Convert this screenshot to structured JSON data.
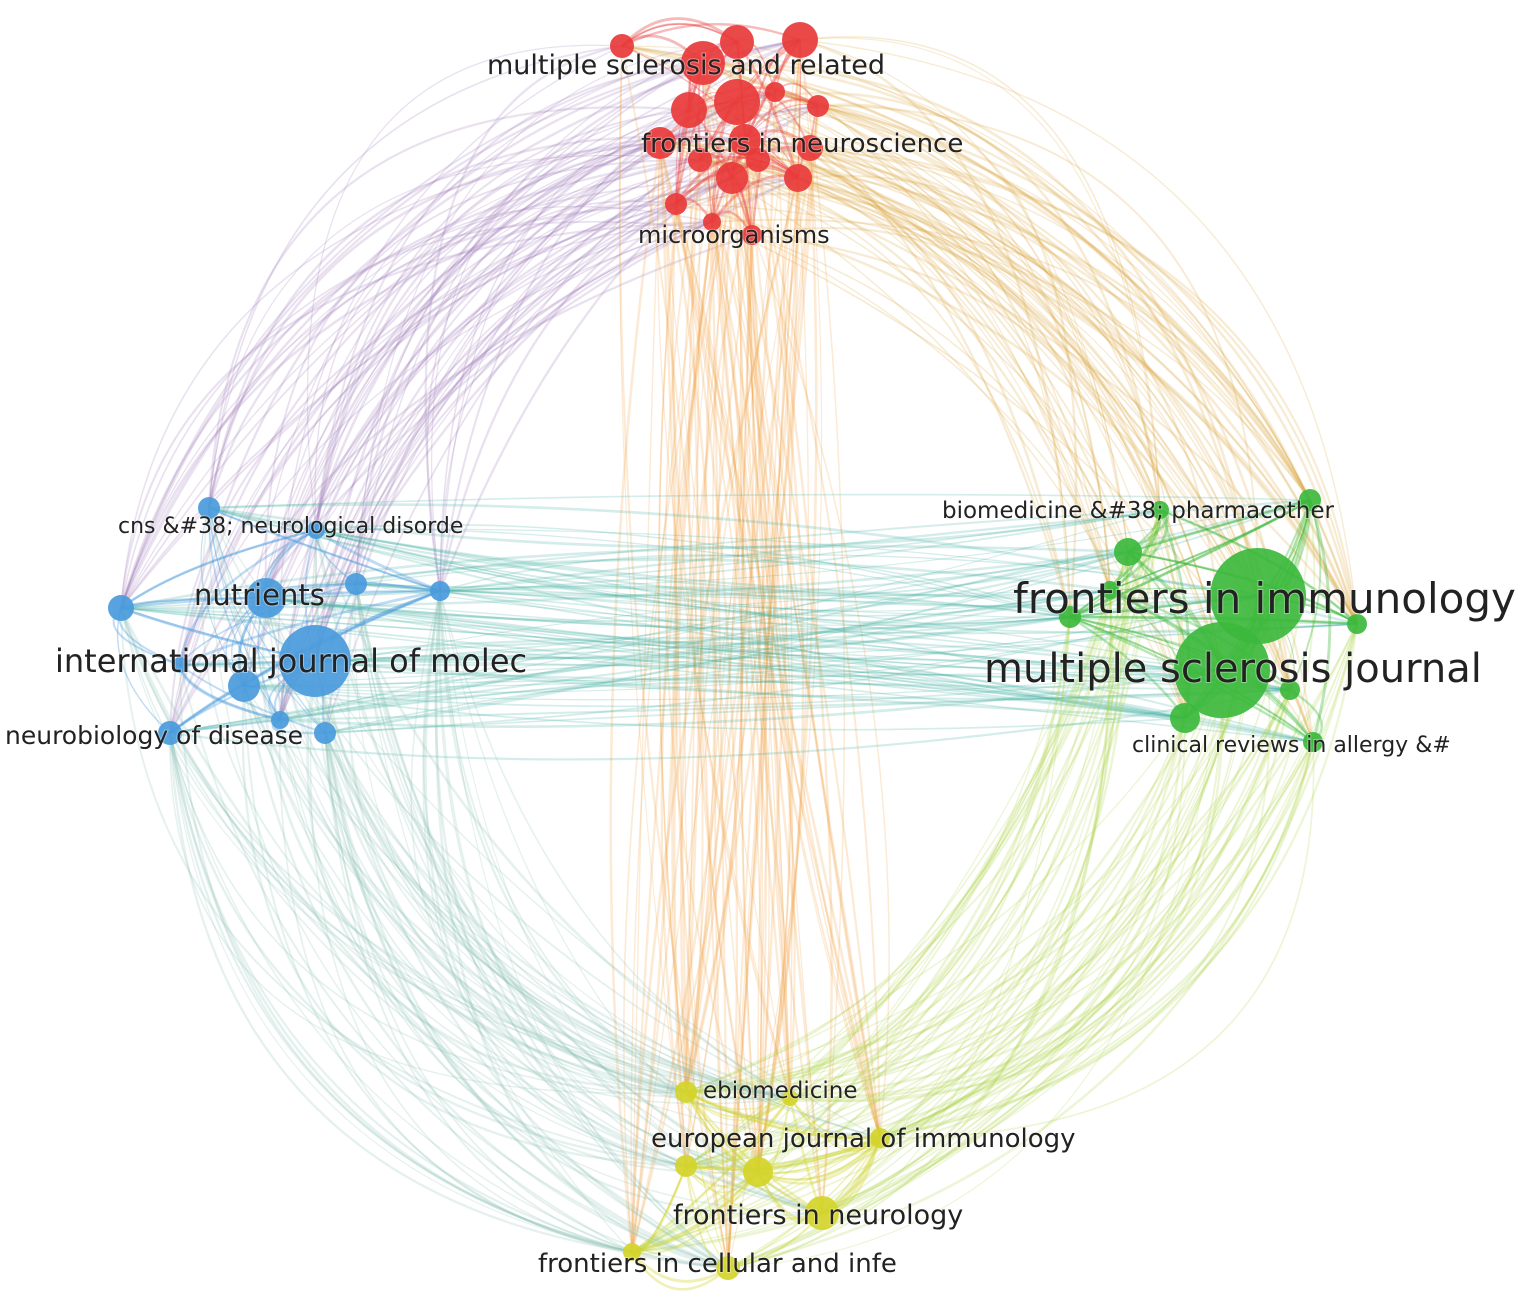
{
  "network": {
    "clusters": [
      {
        "id": "red",
        "color": "#e8393a"
      },
      {
        "id": "green",
        "color": "#3cb83c"
      },
      {
        "id": "blue",
        "color": "#4a9bdc"
      },
      {
        "id": "yellow",
        "color": "#d4d42a"
      }
    ],
    "labels": [
      {
        "id": "ms-related",
        "text": "multiple sclerosis and related",
        "cluster": "red",
        "weight": 3
      },
      {
        "id": "fr-neuro",
        "text": "frontiers in neuroscience",
        "cluster": "red",
        "weight": 3
      },
      {
        "id": "microorg",
        "text": "microorganisms",
        "cluster": "red",
        "weight": 2
      },
      {
        "id": "biomed-pharm",
        "text": "biomedicine &#38; pharmacother",
        "cluster": "green",
        "weight": 2
      },
      {
        "id": "fr-immuno",
        "text": "frontiers in immunology",
        "cluster": "green",
        "weight": 5
      },
      {
        "id": "ms-journal",
        "text": "multiple sclerosis journal",
        "cluster": "green",
        "weight": 5
      },
      {
        "id": "clin-rev",
        "text": "clinical reviews in allergy &#",
        "cluster": "green",
        "weight": 2
      },
      {
        "id": "cns",
        "text": "cns &#38; neurological disorde",
        "cluster": "blue",
        "weight": 2
      },
      {
        "id": "nutrients",
        "text": "nutrients",
        "cluster": "blue",
        "weight": 3
      },
      {
        "id": "ijms",
        "text": "international journal of molec",
        "cluster": "blue",
        "weight": 4
      },
      {
        "id": "neurobio",
        "text": "neurobiology of disease",
        "cluster": "blue",
        "weight": 3
      },
      {
        "id": "ebiomed",
        "text": "ebiomedicine",
        "cluster": "yellow",
        "weight": 2
      },
      {
        "id": "eur-immuno",
        "text": "european journal of immunology",
        "cluster": "yellow",
        "weight": 3
      },
      {
        "id": "fr-neurol",
        "text": "frontiers in neurology",
        "cluster": "yellow",
        "weight": 3
      },
      {
        "id": "fr-cell",
        "text": "frontiers in cellular and infe",
        "cluster": "yellow",
        "weight": 3
      }
    ]
  }
}
